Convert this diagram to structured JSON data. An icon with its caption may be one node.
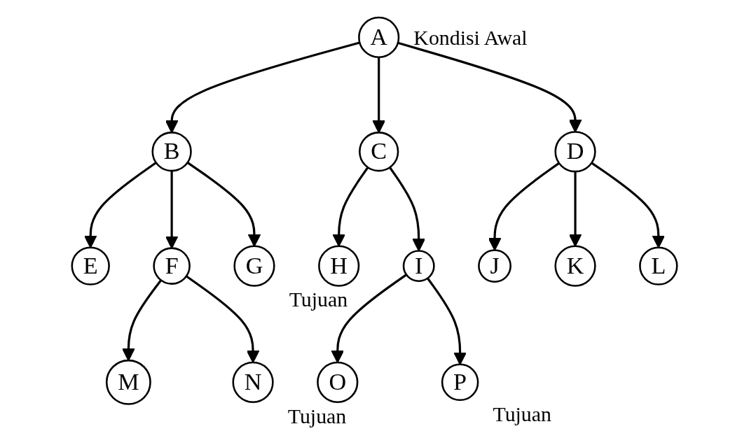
{
  "diagram": {
    "nodes": [
      {
        "text": [
          "A"
        ],
        "beside": [
          "Kondisi Awal"
        ]
      },
      {
        "text": [
          "B"
        ]
      },
      {
        "text": [
          "C"
        ]
      },
      {
        "text": [
          "D"
        ]
      },
      {
        "text": [
          "E"
        ]
      },
      {
        "text": [
          "F"
        ]
      },
      {
        "text": [
          "G"
        ],
        "beside": [
          "Tujuan"
        ]
      },
      {
        "text": [
          "H"
        ]
      },
      {
        "text": [
          "I"
        ]
      },
      {
        "text": [
          "J"
        ]
      },
      {
        "text": [
          "K"
        ]
      },
      {
        "text": [
          "L"
        ]
      },
      {
        "text": [
          "M"
        ]
      },
      {
        "text": [
          "N"
        ],
        "beside": [
          "Tujuan"
        ]
      },
      {
        "text": [
          "O"
        ]
      },
      {
        "text": [
          "P"
        ],
        "beside": [
          "Tujuan"
        ]
      }
    ],
    "edges": [
      {
        "from": 0,
        "to": 1,
        "arrow": "to"
      },
      {
        "from": 0,
        "to": 2,
        "arrow": "to"
      },
      {
        "from": 0,
        "to": 3,
        "arrow": "to"
      },
      {
        "from": 1,
        "to": 4,
        "arrow": "to"
      },
      {
        "from": 1,
        "to": 5,
        "arrow": "to"
      },
      {
        "from": 1,
        "to": 6,
        "arrow": "to"
      },
      {
        "from": 2,
        "to": 7,
        "arrow": "to"
      },
      {
        "from": 2,
        "to": 8,
        "arrow": "to"
      },
      {
        "from": 3,
        "to": 9,
        "arrow": "to"
      },
      {
        "from": 3,
        "to": 10,
        "arrow": "to"
      },
      {
        "from": 3,
        "to": 11,
        "arrow": "to"
      },
      {
        "from": 5,
        "to": 12,
        "arrow": "to"
      },
      {
        "from": 5,
        "to": 13,
        "arrow": "to"
      },
      {
        "from": 8,
        "to": 14,
        "arrow": "to"
      },
      {
        "from": 8,
        "to": 15,
        "arrow": "to"
      }
    ]
  }
}
